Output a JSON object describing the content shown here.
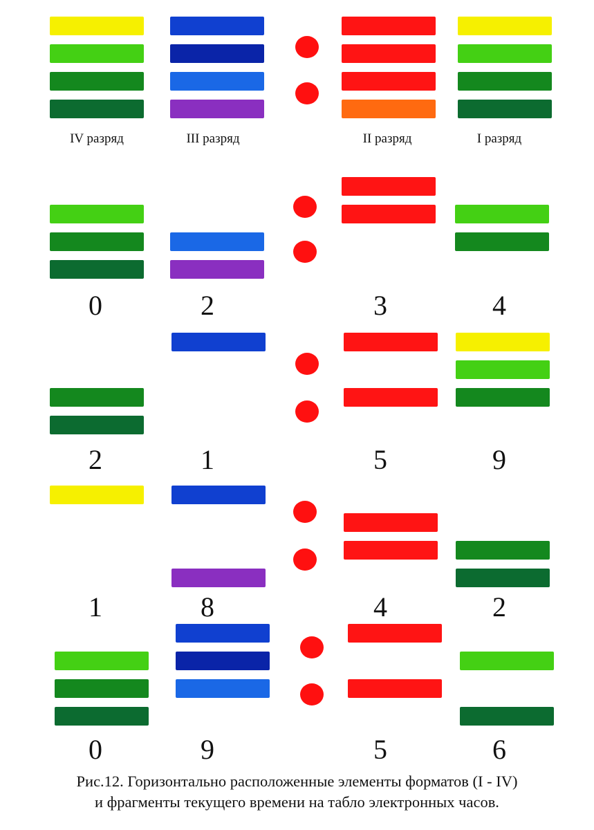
{
  "colors": {
    "yellow": "#f6f000",
    "light_green": "#44d014",
    "green": "#14881e",
    "dark_green": "#0c6b30",
    "blue": "#1040d0",
    "navy": "#0a24a8",
    "light_blue": "#1a68e6",
    "purple": "#8a2fc0",
    "red": "#ff1414",
    "orange": "#ff6a10",
    "dot_red": "#ff1010"
  },
  "rank_labels": [
    "IV разряд",
    "III разряд",
    "II разряд",
    "I разряд"
  ],
  "rows": [
    {
      "digits": [
        "",
        "",
        "",
        ""
      ],
      "show_ranks": true,
      "columns": [
        [
          "yellow",
          "light_green",
          "green",
          "dark_green"
        ],
        [
          "blue",
          "navy",
          "light_blue",
          "purple"
        ],
        [
          "red",
          "red",
          "red",
          "orange"
        ],
        [
          "yellow",
          "light_green",
          "green",
          "dark_green"
        ]
      ]
    },
    {
      "digits": [
        "0",
        "2",
        "3",
        "4"
      ],
      "columns": [
        [
          null,
          "light_green",
          "green",
          "dark_green"
        ],
        [
          null,
          null,
          "light_blue",
          "purple"
        ],
        [
          "red",
          "red",
          null,
          null
        ],
        [
          null,
          "light_green",
          "green",
          null
        ]
      ]
    },
    {
      "digits": [
        "2",
        "1",
        "5",
        "9"
      ],
      "columns": [
        [
          null,
          null,
          "green",
          "dark_green"
        ],
        [
          "blue",
          null,
          null,
          null
        ],
        [
          "red",
          null,
          "red",
          null
        ],
        [
          "yellow",
          "light_green",
          "green",
          null
        ]
      ]
    },
    {
      "digits": [
        "1",
        "8",
        "4",
        "2"
      ],
      "columns": [
        [
          "yellow",
          null,
          null,
          null
        ],
        [
          "blue",
          null,
          null,
          "purple"
        ],
        [
          null,
          "red",
          "red",
          null
        ],
        [
          null,
          null,
          "green",
          "dark_green"
        ]
      ]
    },
    {
      "digits": [
        "0",
        "9",
        "5",
        "6"
      ],
      "columns": [
        [
          null,
          "light_green",
          "green",
          "dark_green"
        ],
        [
          "blue",
          "navy",
          "light_blue",
          null
        ],
        [
          "red",
          null,
          "red",
          null
        ],
        [
          null,
          "light_green",
          null,
          "dark_green"
        ]
      ]
    }
  ],
  "caption": {
    "line1": "Рис.12. Горизонтально расположенные элементы форматов (I - IV)",
    "line2": "и фрагменты текущего времени на табло электронных часов."
  }
}
